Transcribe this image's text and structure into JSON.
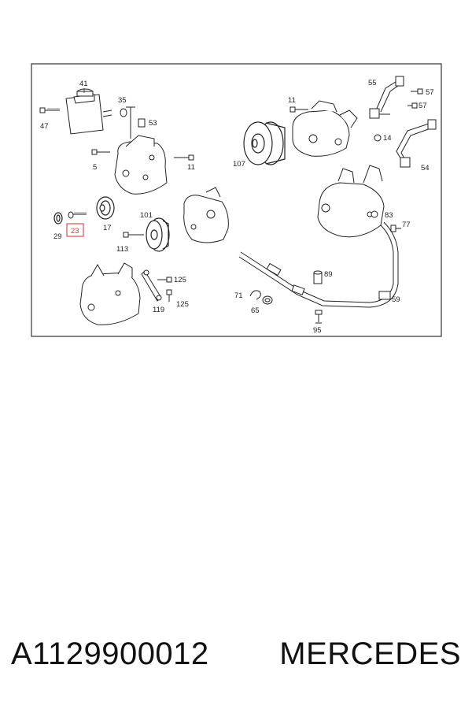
{
  "diagram": {
    "callouts": {
      "c41": "41",
      "c35": "35",
      "c53": "53",
      "c47": "47",
      "c5": "5",
      "c11a": "11",
      "c29": "29",
      "c23": "23",
      "c17": "17",
      "c101": "101",
      "c113": "113",
      "c125a": "125",
      "c119": "119",
      "c125b": "125",
      "c11b": "11",
      "c107": "107",
      "c55": "55",
      "c57a": "57",
      "c57b": "57",
      "c14": "14",
      "c54": "54",
      "c83": "83",
      "c77": "77",
      "c89": "89",
      "c71": "71",
      "c65": "65",
      "c59": "59",
      "c95": "95"
    },
    "highlighted_callout": "23",
    "highlight_color": "#e05a5a"
  },
  "footer": {
    "part_number": "A1129900012",
    "brand": "MERCEDES"
  }
}
